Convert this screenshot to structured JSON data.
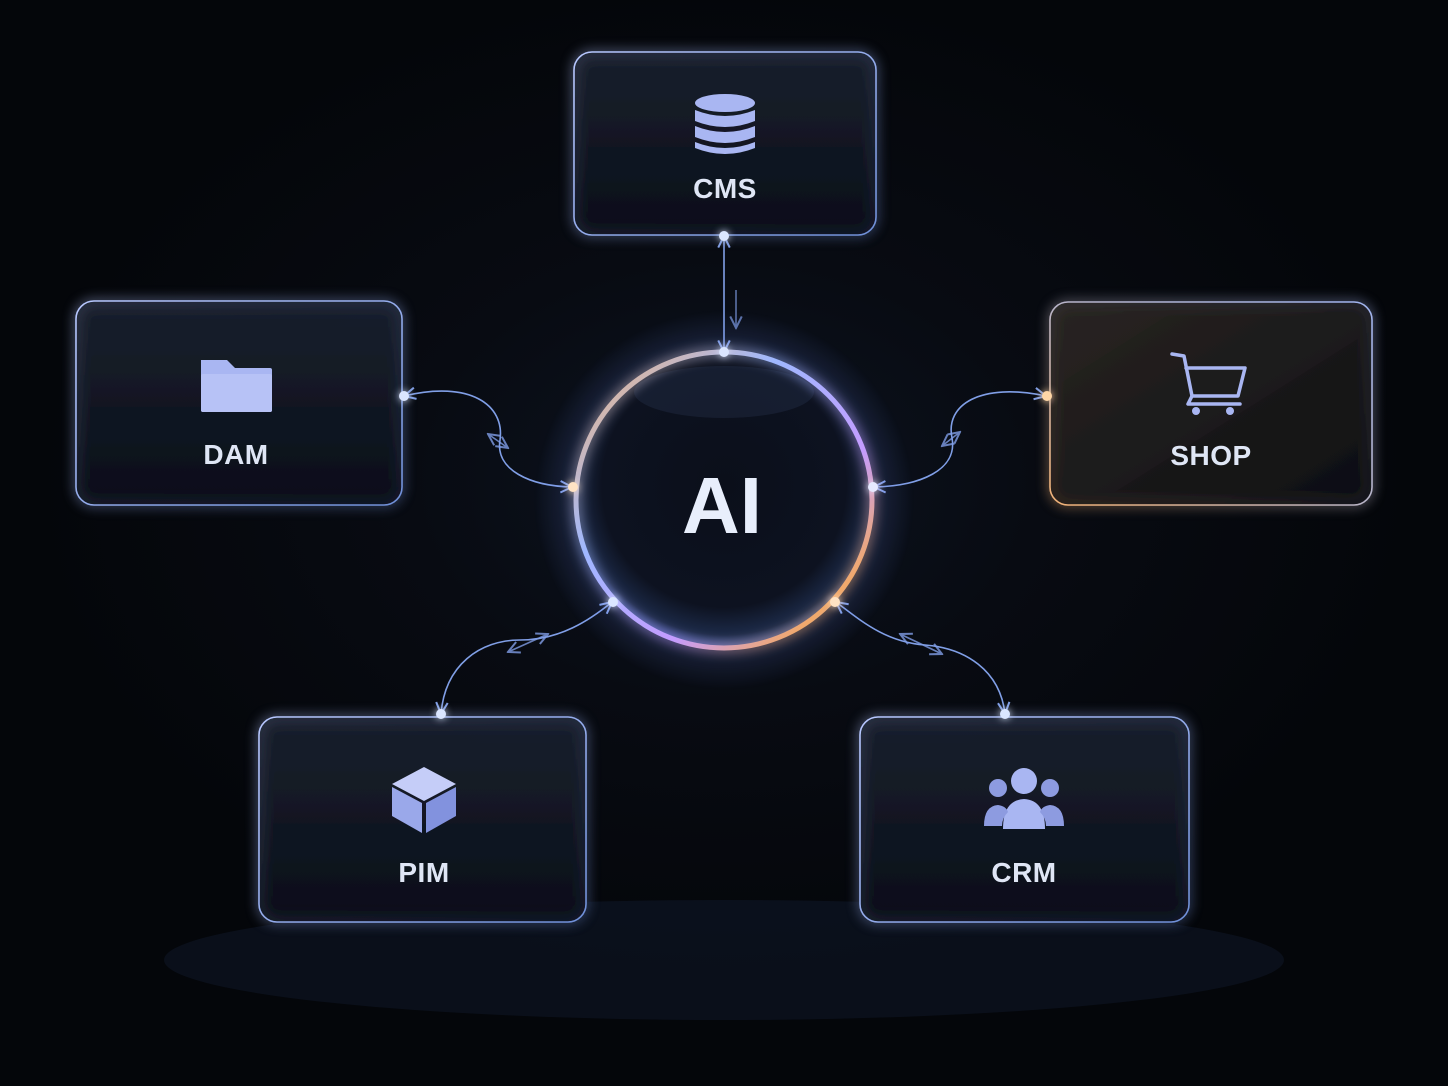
{
  "hub": {
    "label": "AI"
  },
  "nodes": [
    {
      "id": "cms",
      "label": "CMS",
      "icon": "database-icon"
    },
    {
      "id": "dam",
      "label": "DAM",
      "icon": "folder-icon"
    },
    {
      "id": "shop",
      "label": "SHOP",
      "icon": "shopping-cart-icon"
    },
    {
      "id": "pim",
      "label": "PIM",
      "icon": "cube-icon"
    },
    {
      "id": "crm",
      "label": "CRM",
      "icon": "users-group-icon"
    }
  ],
  "colors": {
    "background": "#05070b",
    "accent_blue": "#7fa6ff",
    "accent_orange": "#f5b26b",
    "accent_purple": "#b58cff",
    "icon_fill": "#a9b6f2",
    "text": "#dfe6f5"
  }
}
